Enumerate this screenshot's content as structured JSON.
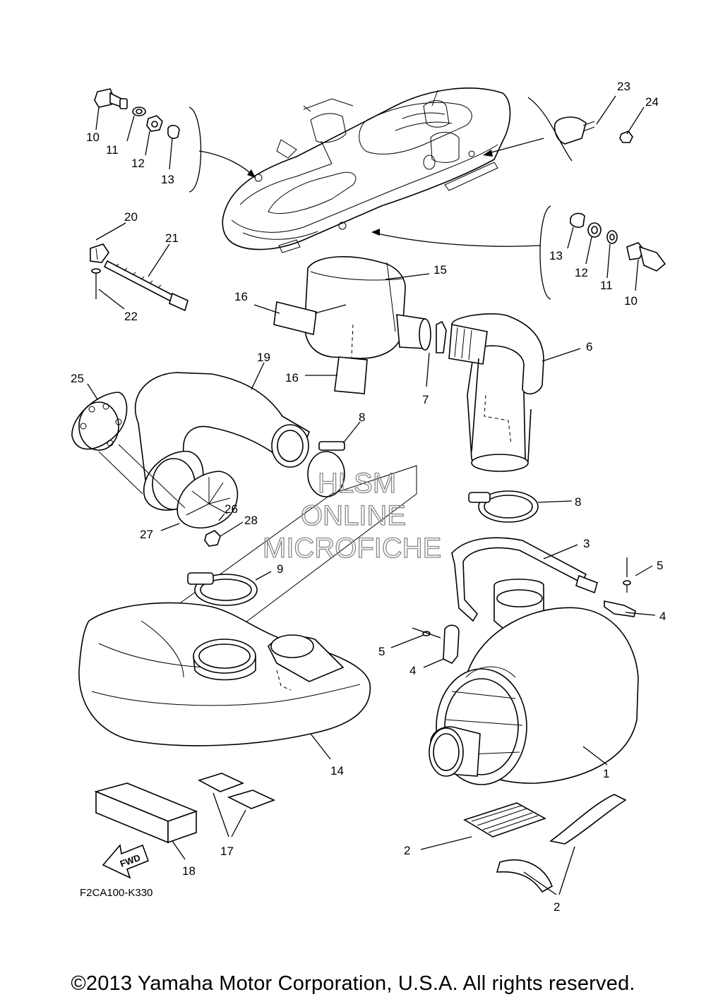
{
  "diagram": {
    "code": "F2CA100-K330",
    "fwd_label": "FWD",
    "watermark": [
      "HLSM",
      "ONLINE",
      "MICROFICHE"
    ],
    "callouts": {
      "c1": "1",
      "c2a": "2",
      "c2b": "2",
      "c3": "3",
      "c4a": "4",
      "c4b": "4",
      "c5a": "5",
      "c5b": "5",
      "c6": "6",
      "c7": "7",
      "c8a": "8",
      "c8b": "8",
      "c9": "9",
      "c10a": "10",
      "c10b": "10",
      "c11a": "11",
      "c11b": "11",
      "c12a": "12",
      "c12b": "12",
      "c13a": "13",
      "c13b": "13",
      "c14": "14",
      "c15": "15",
      "c16a": "16",
      "c16b": "16",
      "c17": "17",
      "c18": "18",
      "c19": "19",
      "c20": "20",
      "c21": "21",
      "c22": "22",
      "c23": "23",
      "c24": "24",
      "c25": "25",
      "c26": "26",
      "c27": "27",
      "c28": "28"
    }
  },
  "footer": {
    "copyright": "©2013 Yamaha Motor Corporation, U.S.A. All rights reserved."
  }
}
